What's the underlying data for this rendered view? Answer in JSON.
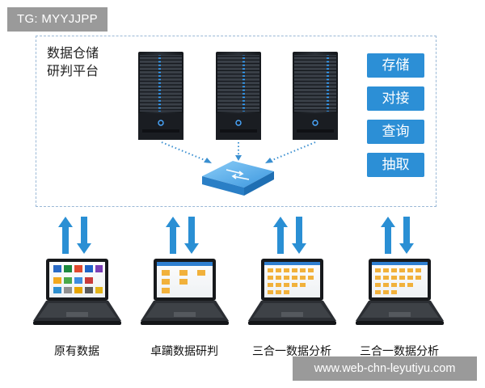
{
  "watermark_top": "TG: MYYJJPP",
  "watermark_bottom": "www.web-chn-leyutiyu.com",
  "platform": {
    "title_line1": "数据仓储",
    "title_line2": "研判平台",
    "operations": [
      "存储",
      "对接",
      "查询",
      "抽取"
    ]
  },
  "laptops": [
    {
      "label": "原有数据"
    },
    {
      "label": "卓躏数据研判"
    },
    {
      "label": "三合一数据分析"
    },
    {
      "label": "三合一数据分析"
    }
  ],
  "colors": {
    "accent_blue": "#2c8fd6",
    "dashed_border": "#9ab8d6",
    "arrow_blue": "#2a8fd4",
    "server_dark": "#1f2329",
    "switch_blue": "#3f9de0"
  }
}
